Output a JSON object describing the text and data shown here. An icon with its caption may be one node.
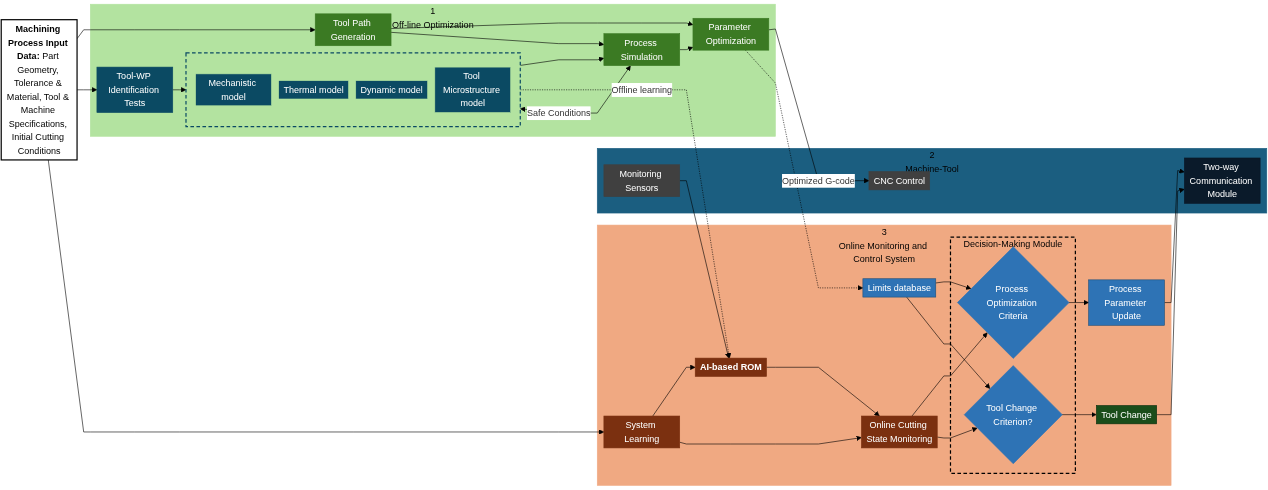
{
  "diagram": {
    "nodes": [
      {
        "text": [
          "**Machining Process Input Data:** Part Geometry, Tolerance & Material, Tool & Machine Specifications, Initial Cutting Conditions"
        ]
      },
      {
        "text": [
          "1",
          "Off-line Optimization"
        ]
      },
      {
        "text": [
          "Tool Path Generation"
        ],
        "in": 1
      },
      {
        "text": [
          "Parameter Optimization"
        ],
        "in": 1
      },
      {
        "text": [
          "Process Simulation"
        ],
        "in": 1
      },
      {
        "text": [
          "Tool-WP Identification Tests"
        ],
        "in": 1
      },
      {
        "text": [],
        "shape": "box",
        "in": 1
      },
      {
        "text": [
          "Mechanistic model"
        ],
        "in": 6
      },
      {
        "text": [
          "Thermal model"
        ],
        "in": 6
      },
      {
        "text": [
          "Dynamic model"
        ],
        "in": 6
      },
      {
        "text": [
          "Tool Microstructure model"
        ],
        "in": 6
      },
      {
        "text": [
          "2",
          "Machine-Tool"
        ]
      },
      {
        "text": [
          "Two-way Communication Module"
        ],
        "in": 11
      },
      {
        "text": [
          "CNC Control"
        ],
        "in": 11
      },
      {
        "text": [
          "Monitoring Sensors"
        ],
        "in": 11
      },
      {
        "text": [
          "3",
          "Online Monitoring and Control System"
        ]
      },
      {
        "text": [
          "Limits database"
        ],
        "in": 15
      },
      {
        "text": [
          "Decision-Making Module"
        ],
        "in": 15
      },
      {
        "text": [
          "Process Optimization Criteria"
        ],
        "in": 17
      },
      {
        "text": [
          "Tool Change Criterion?"
        ],
        "in": 17
      },
      {
        "text": [
          "Process Parameter Update"
        ],
        "in": 15
      },
      {
        "text": [
          "Tool Change"
        ],
        "in": 15
      },
      {
        "text": [
          "AI-based ROM"
        ],
        "in": 15
      },
      {
        "text": [
          "Online Cutting State Monitoring"
        ],
        "in": 15
      },
      {
        "text": [
          "System Learning"
        ],
        "in": 15
      }
    ],
    "edges": [
      {
        "from": 0,
        "to": 2,
        "arrow": "to"
      },
      {
        "from": 0,
        "to": 5,
        "arrow": "to"
      },
      {
        "from": 0,
        "to": 24,
        "arrow": "to"
      },
      {
        "from": 2,
        "to": 3,
        "arrow": "to"
      },
      {
        "from": 2,
        "to": 4,
        "arrow": "to"
      },
      {
        "from": 4,
        "to": 3,
        "arrow": "to"
      },
      {
        "from": 3,
        "to": 13,
        "arrow": "to",
        "label": "Optimized G-code"
      },
      {
        "from": 3,
        "to": 16,
        "arrow": "to",
        "style": "dashed"
      },
      {
        "from": 4,
        "to": 6,
        "arrow": "both",
        "label": "Safe Conditions"
      },
      {
        "from": 5,
        "to": 6,
        "arrow": "to"
      },
      {
        "from": 6,
        "to": 4,
        "arrow": "to"
      },
      {
        "from": 6,
        "to": 22,
        "arrow": "to",
        "style": "dashed",
        "label": "Offline learning"
      },
      {
        "from": 14,
        "to": 22,
        "arrow": "to"
      },
      {
        "from": 22,
        "to": 23,
        "arrow": "to"
      },
      {
        "from": 24,
        "to": 22,
        "arrow": "to"
      },
      {
        "from": 24,
        "to": 23,
        "arrow": "to"
      },
      {
        "from": 16,
        "to": 18,
        "arrow": "to"
      },
      {
        "from": 16,
        "to": 19,
        "arrow": "to"
      },
      {
        "from": 23,
        "to": 18,
        "arrow": "to"
      },
      {
        "from": 23,
        "to": 19,
        "arrow": "to"
      },
      {
        "from": 18,
        "to": 20,
        "arrow": "to"
      },
      {
        "from": 19,
        "to": 21,
        "arrow": "to"
      },
      {
        "from": 20,
        "to": 12,
        "arrow": "to"
      },
      {
        "from": 21,
        "to": 12,
        "arrow": "to"
      }
    ]
  }
}
